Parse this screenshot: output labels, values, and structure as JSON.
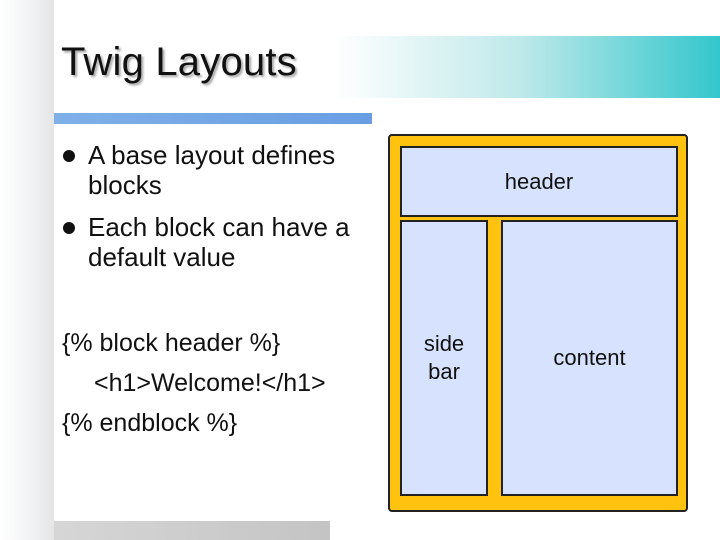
{
  "slide": {
    "title": "Twig Layouts",
    "bullets": [
      "A base layout defines blocks",
      "Each block can have a default value"
    ],
    "code_lines": [
      "{% block header %}",
      "<h1>Welcome!</h1>",
      "{% endblock %}"
    ]
  },
  "diagram": {
    "header_label": "header",
    "sidebar_label": "side bar",
    "content_label": "content"
  },
  "colors": {
    "title_gradient_end": "#32c7cc",
    "title_rule": "#6a9ee3",
    "layout_frame": "#ffc20e",
    "layout_box": "#d7e2ff"
  }
}
